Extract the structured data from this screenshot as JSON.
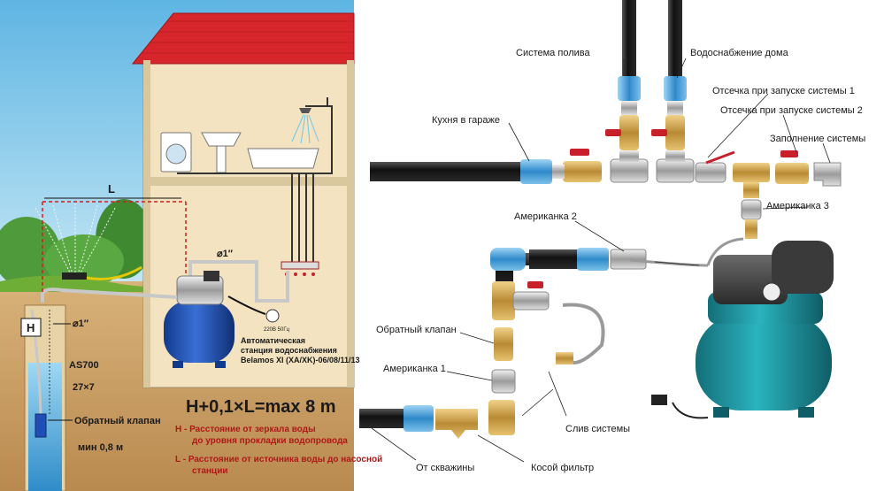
{
  "left_panel": {
    "dimension_L": "L",
    "dimension_H": "H",
    "pipe_size_house": "⌀1″",
    "pipe_size_well": "⌀1″",
    "pump_model": "AS700",
    "cable_spec": "27×7",
    "check_valve": "Обратный клапан",
    "min_depth": "мин 0,8 м",
    "station_title_1": "Автоматическая",
    "station_title_2": "станция водоснабжения",
    "station_model": "Belamos XI (XA/XK)-06/08/11/13",
    "socket_label": "220В 50Гц",
    "formula": "H+0,1×L=max 8 m",
    "legend_h_1": "H - Расстояние от зеркала воды",
    "legend_h_2": "до уровня прокладки водопровода",
    "legend_l_1": "L - Расстояние от источника воды до насосной",
    "legend_l_2": "станции"
  },
  "right_panel": {
    "irrigation": "Система полива",
    "house_supply": "Водоснабжение дома",
    "cutoff_1": "Отсечка при запуске системы 1",
    "cutoff_2": "Отсечка при запуске системы 2",
    "fill": "Заполнение системы",
    "garage_kitchen": "Кухня в гараже",
    "union_2": "Американка 2",
    "union_3": "Американка 3",
    "check_valve": "Обратный клапан",
    "union_1": "Американка 1",
    "drain": "Слив системы",
    "from_well": "От скважины",
    "y_filter": "Косой фильтр"
  },
  "colors": {
    "sky": "#7ec8ea",
    "roof": "#d6262b",
    "wall": "#f3e3c0",
    "soil": "#c9a46b",
    "grass": "#6fae36",
    "pipe_gray": "#c8c8c8",
    "pump_blue": "#1f4fb4",
    "tank_teal": "#1e9aa6",
    "brass": "#c9a050",
    "valve_red": "#c8202a"
  }
}
